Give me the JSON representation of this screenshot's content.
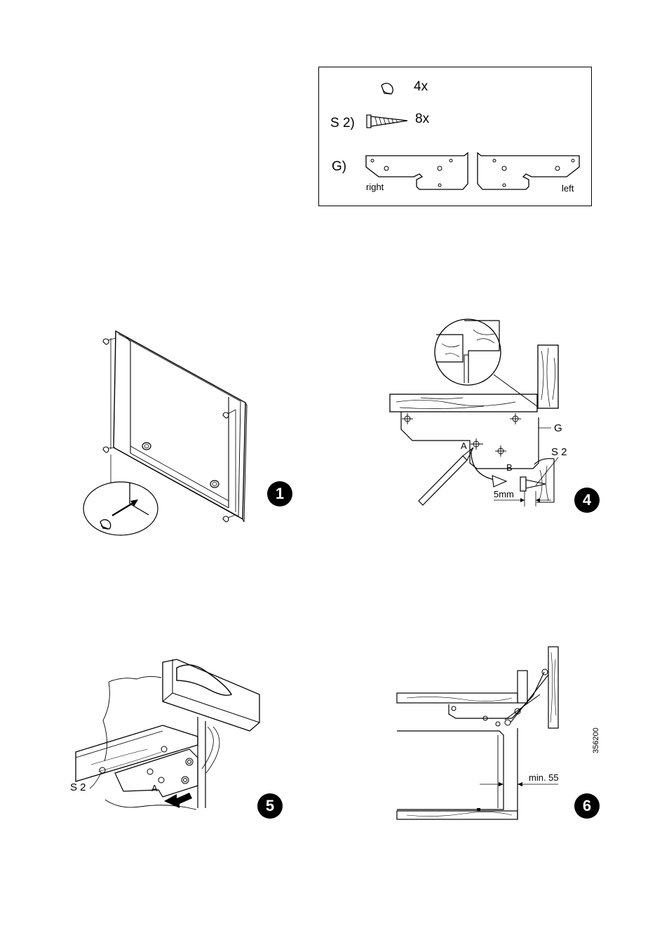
{
  "parts_box": {
    "cap_qty": "4x",
    "screw_label": "S 2)",
    "screw_qty": "8x",
    "bracket_label": "G)",
    "right_label": "right",
    "left_label": "left"
  },
  "step1": {
    "number": "1"
  },
  "step4": {
    "number": "4",
    "label_g": "G",
    "label_s2": "S 2",
    "label_a": "A",
    "label_b": "B",
    "dim": "5mm"
  },
  "step5": {
    "number": "5",
    "label_s2": "S 2",
    "label_a": "A"
  },
  "step6": {
    "number": "6",
    "dim": "min. 55",
    "code": "356200"
  }
}
